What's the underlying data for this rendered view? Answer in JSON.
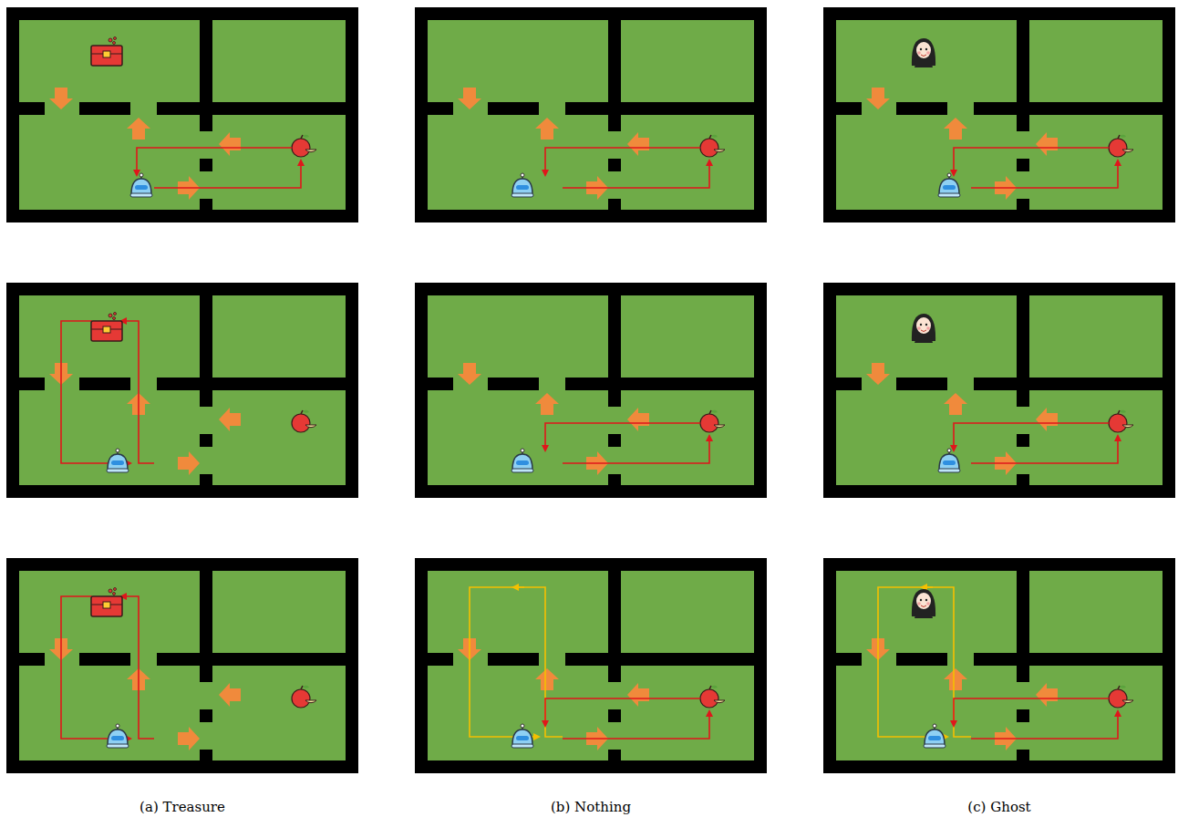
{
  "diagram": {
    "labels": [
      "(a) Treasure",
      "(b) Nothing",
      "(c) Ghost"
    ]
  }
}
